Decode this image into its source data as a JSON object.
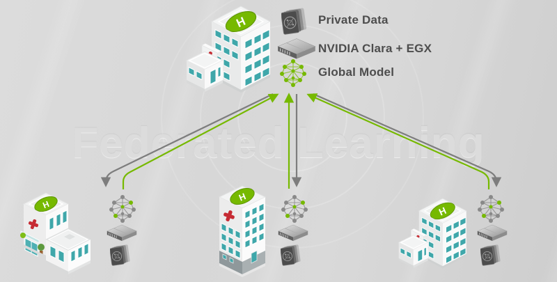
{
  "watermark": {
    "text": "Federated Learning"
  },
  "legend": {
    "items": [
      {
        "icon": "private-data-icon",
        "label": "Private Data"
      },
      {
        "icon": "egx-server-icon",
        "label": "NVIDIA Clara + EGX"
      },
      {
        "icon": "global-model-icon",
        "label": "Global Model"
      }
    ]
  },
  "hub": {
    "building": "hospital",
    "holds": "global-model"
  },
  "sites": [
    {
      "position": "left",
      "building": "hospital",
      "stack": [
        "local-model",
        "egx-server",
        "private-data"
      ]
    },
    {
      "position": "center",
      "building": "hospital",
      "stack": [
        "local-model",
        "egx-server",
        "private-data"
      ]
    },
    {
      "position": "right",
      "building": "hospital",
      "stack": [
        "local-model",
        "egx-server",
        "private-data"
      ]
    }
  ],
  "connections": {
    "downlink": {
      "direction": "global-model-to-site",
      "color": "#7d7d7d"
    },
    "uplink": {
      "direction": "site-to-global-model",
      "color": "#76b900"
    }
  },
  "colors": {
    "background": "#d6d6d6",
    "nvidia_green": "#76b900",
    "arrow_gray": "#7d7d7d",
    "label_text": "#4d4d4d",
    "window_teal": "#3fa7aa",
    "cross_red": "#c62b33"
  }
}
